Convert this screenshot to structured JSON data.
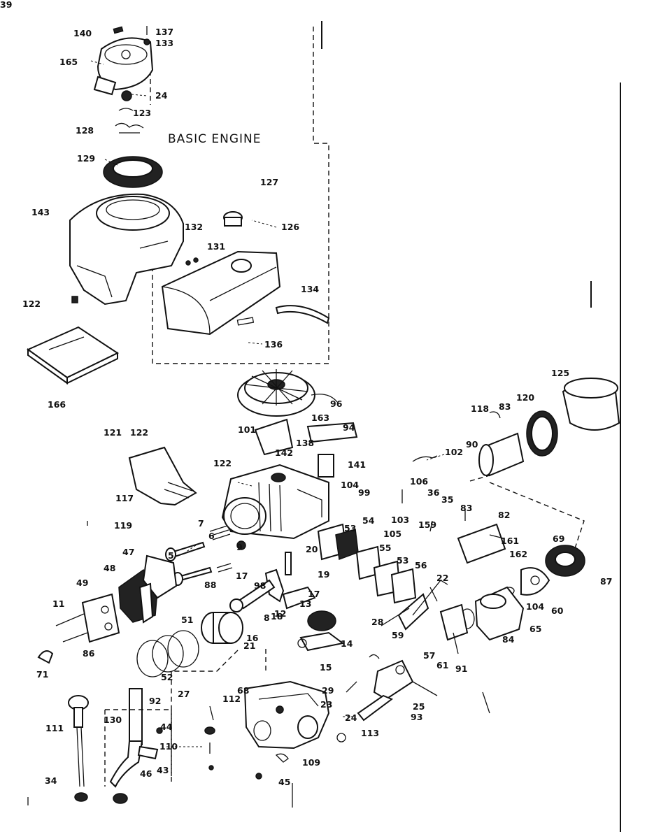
{
  "diagram": {
    "title": "BASIC ENGINE",
    "callouts": [
      "140",
      "137",
      "133",
      "165",
      "24",
      "123",
      "128",
      "129",
      "127",
      "126",
      "143",
      "132",
      "131",
      "122",
      "134",
      "136",
      "166",
      "125",
      "120",
      "83",
      "118",
      "90",
      "163",
      "96",
      "94",
      "101",
      "138",
      "122",
      "142",
      "141",
      "102",
      "121",
      "122",
      "106",
      "104",
      "99",
      "36",
      "35",
      "103",
      "83",
      "82",
      "105",
      "53",
      "159",
      "117",
      "119",
      "7",
      "6",
      "48",
      "47",
      "5",
      "9",
      "98",
      "20",
      "54",
      "55",
      "53",
      "56",
      "161",
      "162",
      "69",
      "49",
      "17",
      "19",
      "17",
      "22",
      "60",
      "87",
      "88",
      "8",
      "13",
      "12",
      "11",
      "51",
      "16",
      "18",
      "21",
      "14",
      "28",
      "59",
      "57",
      "61",
      "84",
      "65",
      "104",
      "71",
      "86",
      "52",
      "15",
      "91",
      "68",
      "29",
      "23",
      "24",
      "27",
      "112",
      "113",
      "25",
      "93",
      "92",
      "130",
      "44",
      "111",
      "110",
      "46",
      "43",
      "109",
      "34",
      "45",
      "39"
    ]
  }
}
